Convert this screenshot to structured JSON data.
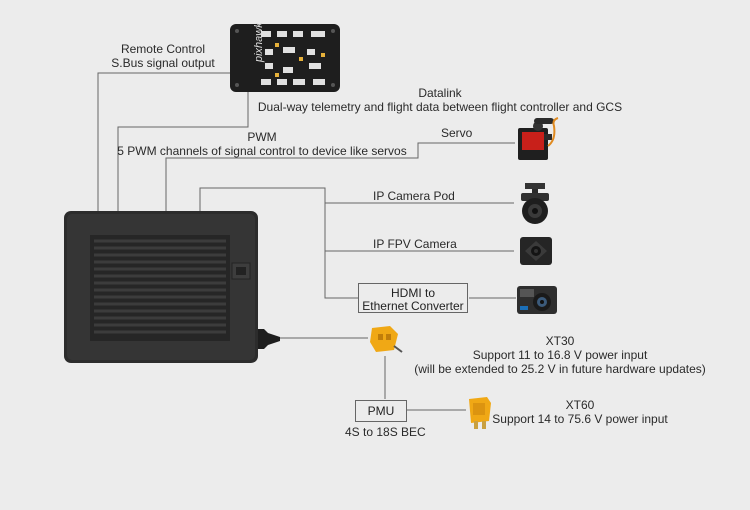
{
  "flight_controller": {
    "brand": "pixhawk"
  },
  "labels": {
    "remote_control_title": "Remote Control",
    "remote_control_desc": "S.Bus signal output",
    "datalink_title": "Datalink",
    "datalink_desc": "Dual-way telemetry and flight data between flight controller and GCS",
    "pwm_title": "PWM",
    "pwm_desc": "5 PWM channels of signal control to device like servos",
    "servo": "Servo",
    "ip_camera_pod": "IP Camera Pod",
    "ip_fpv_camera": "IP FPV Camera",
    "hdmi_line1": "HDMI to",
    "hdmi_line2": "Ethernet Converter",
    "xt30_title": "XT30",
    "xt30_line1": "Support 11 to 16.8 V power input",
    "xt30_line2": "(will be extended to 25.2 V in future hardware updates)",
    "pmu": "PMU",
    "pmu_desc": "4S to 18S BEC",
    "xt60_title": "XT60",
    "xt60_desc": "Support 14 to 75.6 V power input"
  },
  "colors": {
    "line": "#666666",
    "device": "#2b2b2b",
    "connector": "#f0a815",
    "servo_red": "#c8201a"
  },
  "icons": [
    "flight-controller-icon",
    "servo-icon",
    "camera-pod-icon",
    "fpv-camera-icon",
    "action-camera-icon",
    "xt30-connector-icon",
    "xt60-connector-icon",
    "main-unit-device"
  ]
}
